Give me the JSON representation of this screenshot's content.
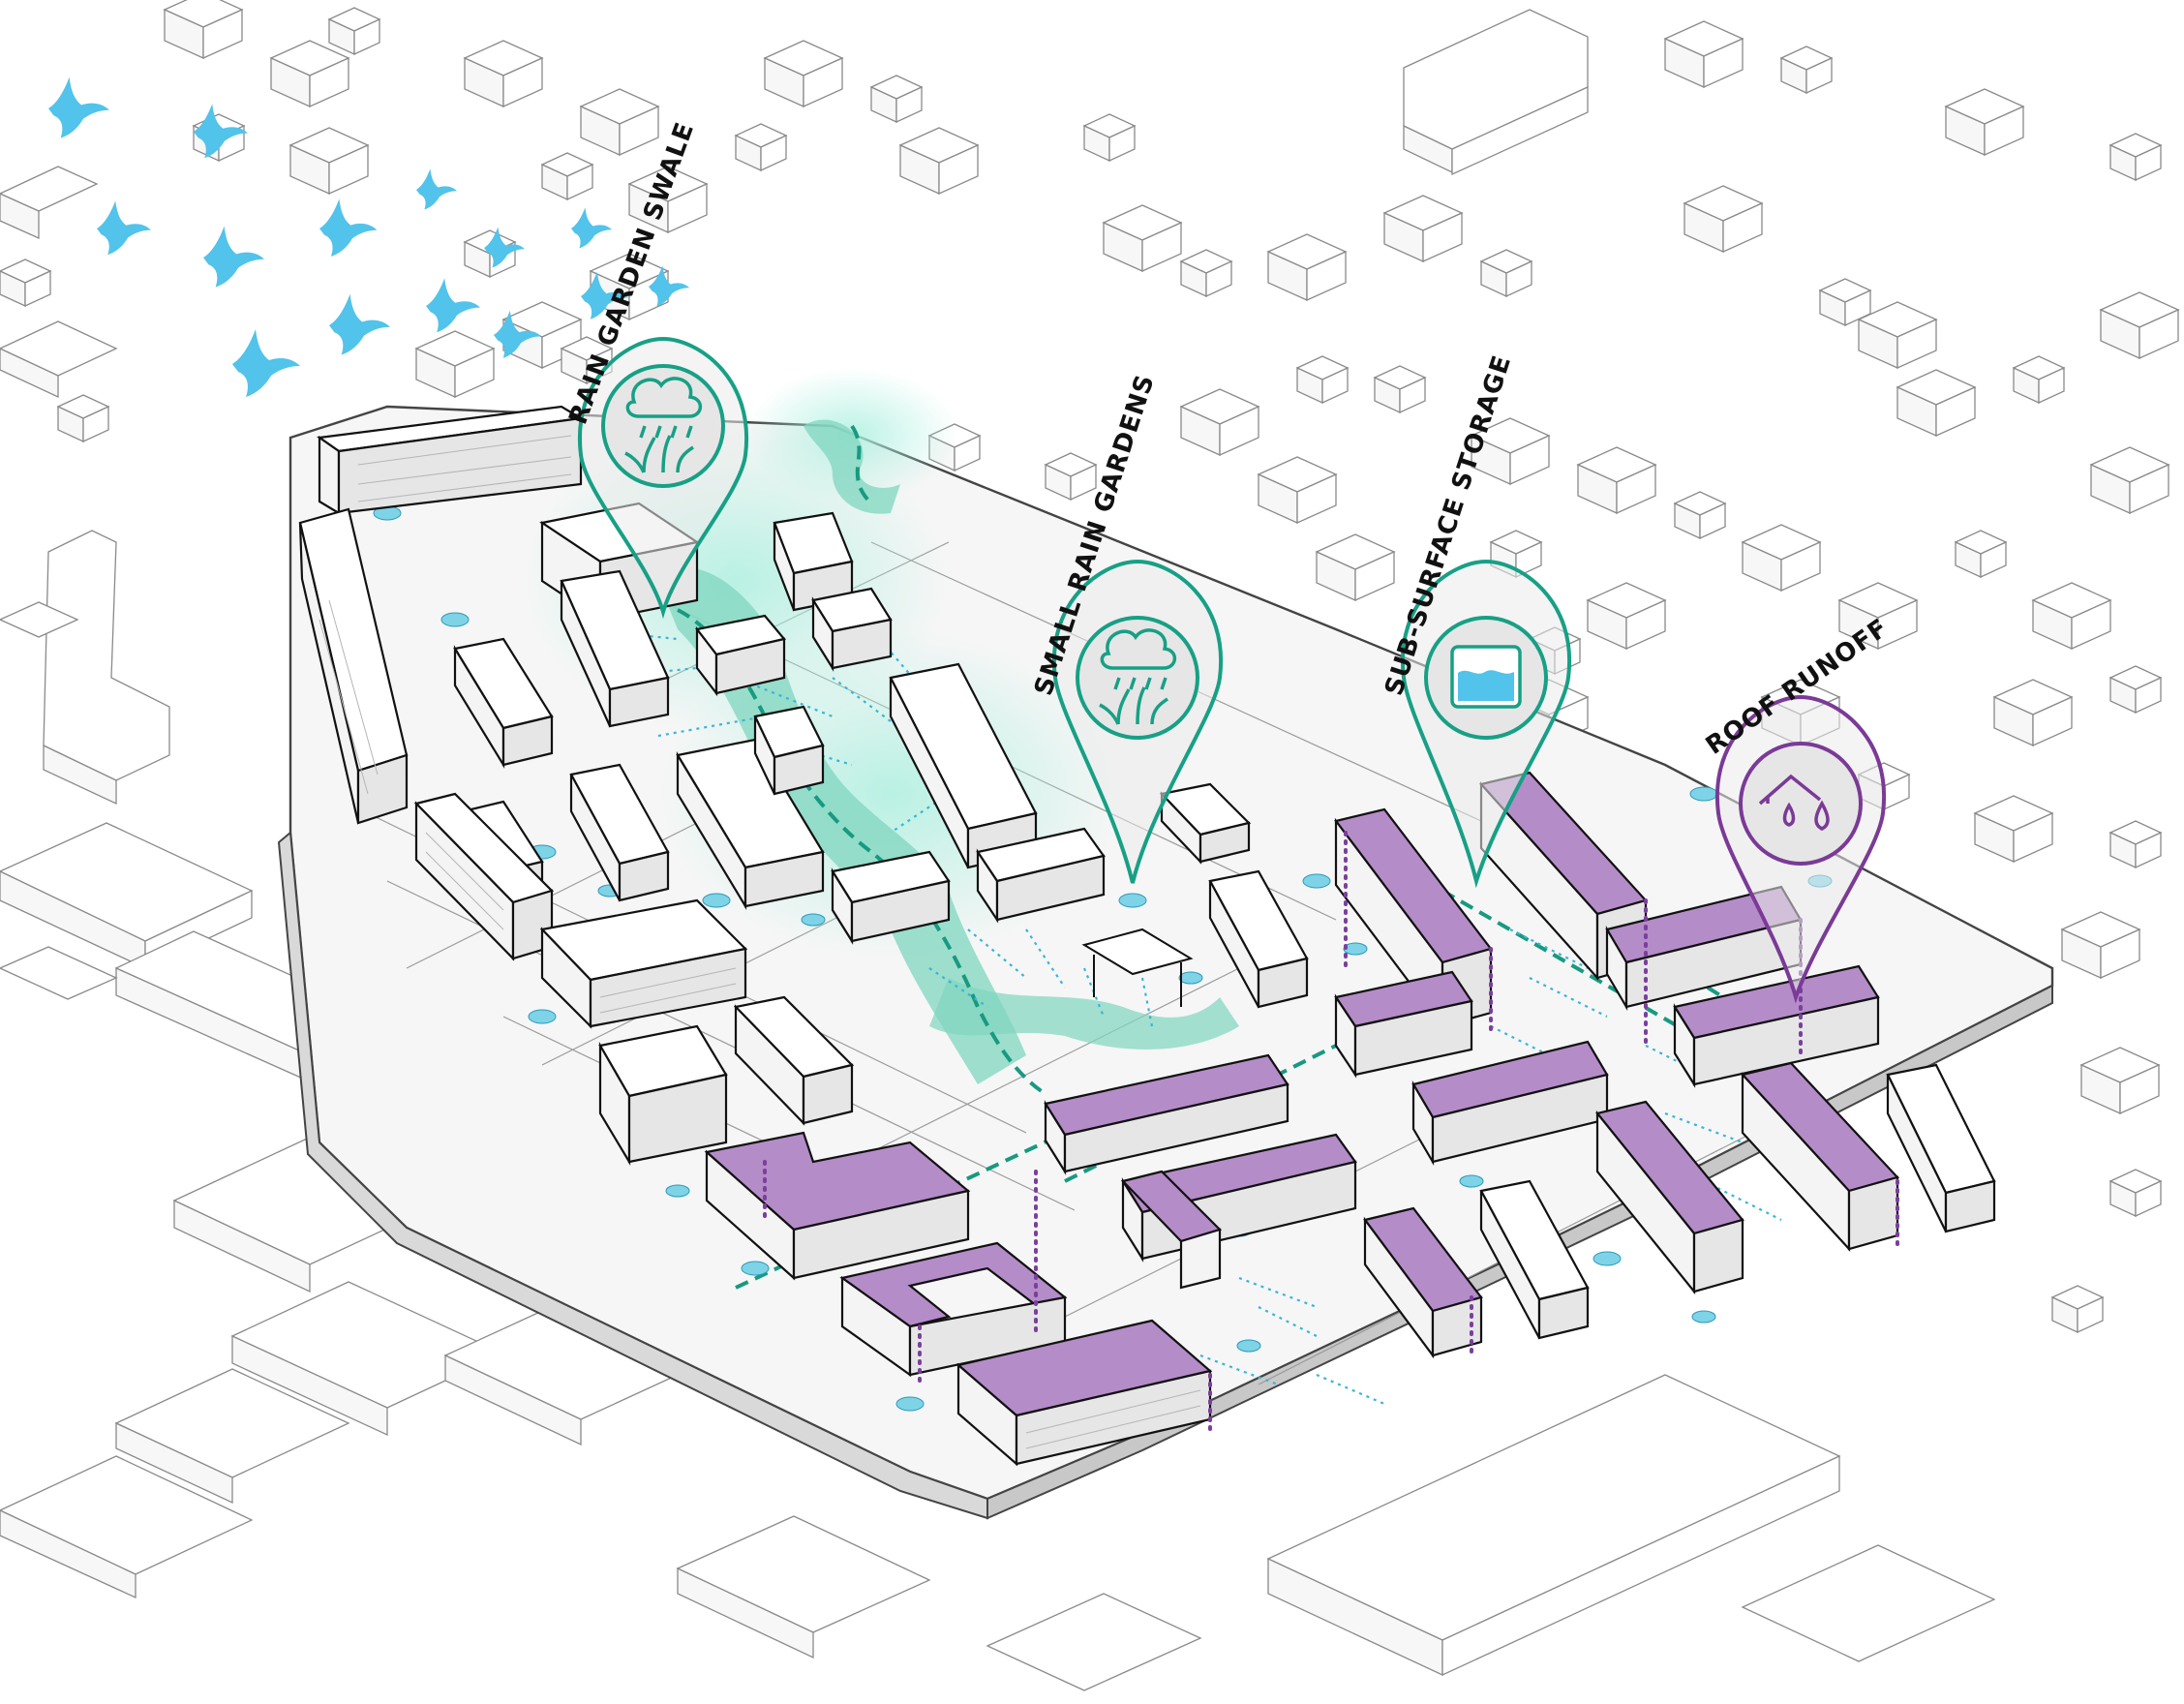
{
  "diagram": {
    "markers": [
      {
        "id": "rain-garden-swale",
        "label": "RAIN GARDEN SWALE",
        "icon": "rain-cloud-plant-icon",
        "color": "#17a085"
      },
      {
        "id": "small-rain-gardens",
        "label": "SMALL RAIN GARDENS",
        "icon": "rain-cloud-plant-icon",
        "color": "#17a085"
      },
      {
        "id": "sub-surface-storage",
        "label": "SUB-SURFACE STORAGE",
        "icon": "water-tank-icon",
        "color": "#17a085"
      },
      {
        "id": "roof-runoff",
        "label": "ROOF RUNOFF",
        "icon": "roof-drops-icon",
        "color": "#7a3a96"
      }
    ],
    "colors": {
      "stormwater_teal": "#17a085",
      "swale_fill": "#7fd6bf",
      "water_cyan": "#52c3ea",
      "roof_purple": "#b48cc8",
      "roof_purple_dark": "#7a3a96",
      "context_stroke": "#8a8a8a",
      "building_stroke": "#111111"
    },
    "icons": [
      "bird-icon",
      "rain-cloud-plant-icon",
      "water-tank-icon",
      "roof-drops-icon"
    ]
  }
}
